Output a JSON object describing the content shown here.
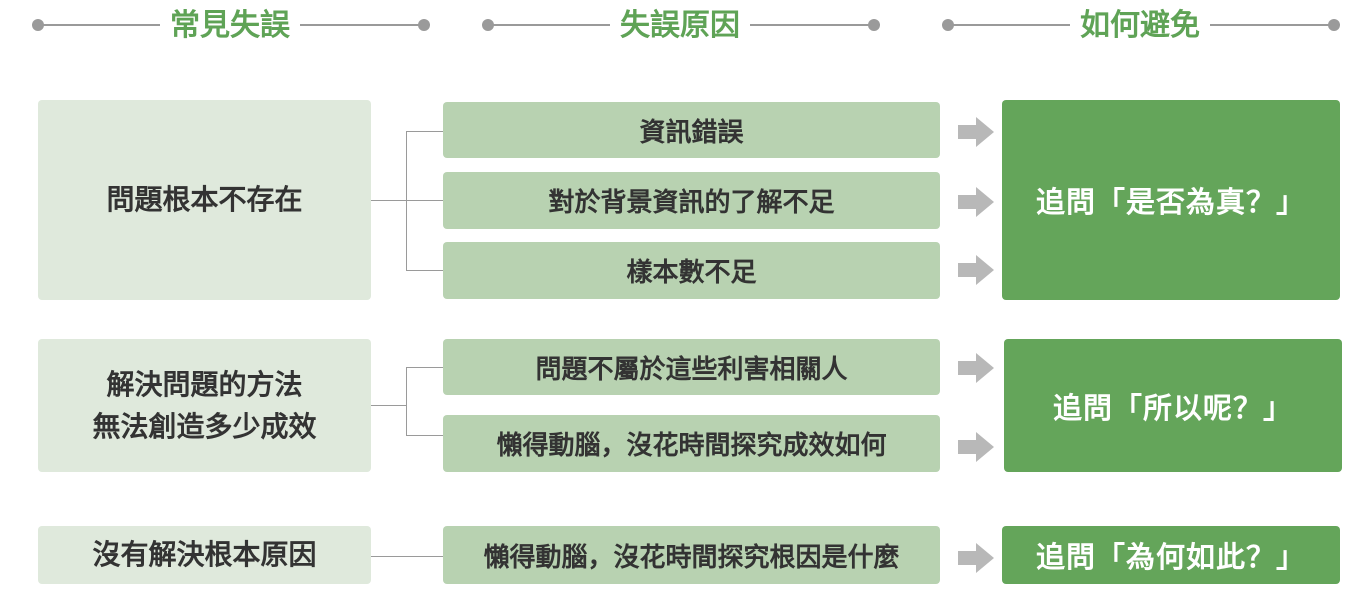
{
  "headers": {
    "mistakes": "常見失誤",
    "causes": "失誤原因",
    "avoid": "如何避免"
  },
  "groups": [
    {
      "mistake": "問題根本不存在",
      "causes": [
        "資訊錯誤",
        "對於背景資訊的了解不足",
        "樣本數不足"
      ],
      "solution": "追問「是否為真？」"
    },
    {
      "mistake": "解決問題的方法\n無法創造多少成效",
      "causes": [
        "問題不屬於這些利害相關人",
        "懶得動腦，沒花時間探究成效如何"
      ],
      "solution": "追問「所以呢？」"
    },
    {
      "mistake": "沒有解決根本原因",
      "causes": [
        "懶得動腦，沒花時間探究根因是什麼"
      ],
      "solution": "追問「為何如此？」"
    }
  ],
  "colors": {
    "header_text": "#5fa356",
    "mistake_bg": "#dfe9dc",
    "cause_bg": "#b8d2b1",
    "solution_bg": "#64a55a",
    "line": "#9a9a9a",
    "arrow": "#b8b8b8"
  },
  "icons": {
    "arrow": "right-arrow-icon"
  }
}
